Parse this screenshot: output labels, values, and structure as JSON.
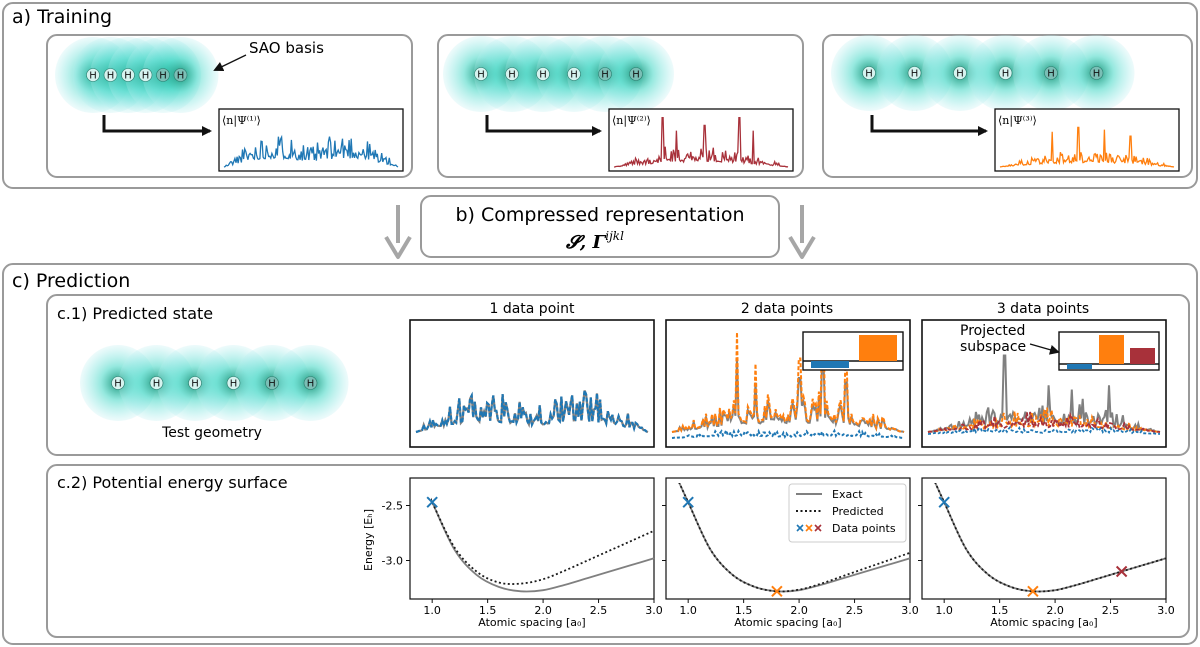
{
  "training": {
    "title": "a) Training",
    "basis_label": "SAO basis",
    "atom_label": "H",
    "panels": [
      {
        "atoms": 6,
        "inset_label": "⟨n|Ψ⁽¹⁾⟩",
        "color": "#1f77b4"
      },
      {
        "atoms": 6,
        "inset_label": "⟨n|Ψ⁽²⁾⟩",
        "color": "#a8313a"
      },
      {
        "atoms": 6,
        "inset_label": "⟨n|Ψ⁽³⁾⟩",
        "color": "#ff7f0e"
      }
    ]
  },
  "compressed": {
    "title": "b) Compressed representation",
    "formula": "𝓢, Γ",
    "formula_sup": "ijkl"
  },
  "prediction": {
    "title": "c) Prediction",
    "predicted_state": {
      "title": "c.1) Predicted state",
      "geometry_label": "Test geometry",
      "panels": [
        {
          "title": "1 data point"
        },
        {
          "title": "2 data points"
        },
        {
          "title": "3 data points",
          "annotation": "Projected\nsubspace"
        }
      ]
    },
    "pes": {
      "title": "c.2) Potential energy surface",
      "ylabel": "Energy [Eₕ]",
      "xlabel": "Atomic spacing [a₀]",
      "legend": {
        "exact": "Exact",
        "predicted": "Predicted",
        "data_points": "Data points"
      }
    }
  },
  "colors": {
    "blue": "#1f77b4",
    "red": "#a8313a",
    "orange": "#ff7f0e",
    "exact": "#808080",
    "predicted": "#1a1a1a",
    "frame": "#9a9a9a",
    "arrow": "#a6a6a6"
  },
  "chart_data": [
    {
      "type": "line",
      "title": "",
      "xlabel": "Atomic spacing [a₀]",
      "ylabel": "Energy [Eₕ]",
      "xlim": [
        0.8,
        3.0
      ],
      "ylim": [
        -3.35,
        -2.25
      ],
      "xticks": [
        1.0,
        1.5,
        2.0,
        2.5,
        3.0
      ],
      "yticks": [
        -2.5,
        -3.0
      ],
      "series": [
        {
          "name": "Exact",
          "x": [
            0.9,
            1.0,
            1.2,
            1.4,
            1.6,
            1.8,
            2.0,
            2.2,
            2.4,
            2.6,
            2.8,
            3.0
          ],
          "y": [
            -2.25,
            -2.47,
            -2.9,
            -3.13,
            -3.24,
            -3.28,
            -3.27,
            -3.22,
            -3.16,
            -3.1,
            -3.04,
            -2.98
          ]
        },
        {
          "name": "Predicted",
          "x": [
            0.9,
            1.0,
            1.2,
            1.4,
            1.6,
            1.8,
            2.0,
            2.2,
            2.4,
            2.6,
            2.8,
            3.0
          ],
          "y": [
            -2.25,
            -2.47,
            -2.88,
            -3.1,
            -3.2,
            -3.21,
            -3.17,
            -3.09,
            -3.0,
            -2.91,
            -2.82,
            -2.73
          ]
        },
        {
          "name": "Data points",
          "x": [
            1.0
          ],
          "y": [
            -2.47
          ],
          "colors": [
            "#1f77b4"
          ]
        }
      ]
    },
    {
      "type": "line",
      "title": "",
      "xlabel": "Atomic spacing [a₀]",
      "ylabel": "",
      "xlim": [
        0.8,
        3.0
      ],
      "ylim": [
        -3.35,
        -2.25
      ],
      "xticks": [
        1.0,
        1.5,
        2.0,
        2.5,
        3.0
      ],
      "yticks": [
        -2.5,
        -3.0
      ],
      "series": [
        {
          "name": "Exact",
          "x": [
            0.9,
            1.0,
            1.2,
            1.4,
            1.6,
            1.8,
            2.0,
            2.2,
            2.4,
            2.6,
            2.8,
            3.0
          ],
          "y": [
            -2.25,
            -2.47,
            -2.9,
            -3.13,
            -3.24,
            -3.28,
            -3.27,
            -3.22,
            -3.16,
            -3.1,
            -3.04,
            -2.98
          ]
        },
        {
          "name": "Predicted",
          "x": [
            0.9,
            1.0,
            1.2,
            1.4,
            1.6,
            1.8,
            2.0,
            2.2,
            2.4,
            2.6,
            2.8,
            3.0
          ],
          "y": [
            -2.25,
            -2.47,
            -2.9,
            -3.13,
            -3.24,
            -3.28,
            -3.265,
            -3.21,
            -3.14,
            -3.07,
            -3.0,
            -2.93
          ]
        },
        {
          "name": "Data points",
          "x": [
            1.0,
            1.8
          ],
          "y": [
            -2.47,
            -3.28
          ],
          "colors": [
            "#1f77b4",
            "#ff7f0e"
          ]
        }
      ]
    },
    {
      "type": "line",
      "title": "",
      "xlabel": "Atomic spacing [a₀]",
      "ylabel": "",
      "xlim": [
        0.8,
        3.0
      ],
      "ylim": [
        -3.35,
        -2.25
      ],
      "xticks": [
        1.0,
        1.5,
        2.0,
        2.5,
        3.0
      ],
      "yticks": [
        -2.5,
        -3.0
      ],
      "series": [
        {
          "name": "Exact",
          "x": [
            0.9,
            1.0,
            1.2,
            1.4,
            1.6,
            1.8,
            2.0,
            2.2,
            2.4,
            2.6,
            2.8,
            3.0
          ],
          "y": [
            -2.25,
            -2.47,
            -2.9,
            -3.13,
            -3.24,
            -3.28,
            -3.27,
            -3.22,
            -3.16,
            -3.1,
            -3.04,
            -2.98
          ]
        },
        {
          "name": "Predicted",
          "x": [
            0.9,
            1.0,
            1.2,
            1.4,
            1.6,
            1.8,
            2.0,
            2.2,
            2.4,
            2.6,
            2.8,
            3.0
          ],
          "y": [
            -2.25,
            -2.47,
            -2.9,
            -3.13,
            -3.24,
            -3.28,
            -3.27,
            -3.22,
            -3.16,
            -3.1,
            -3.04,
            -2.98
          ]
        },
        {
          "name": "Data points",
          "x": [
            1.0,
            1.8,
            2.6
          ],
          "y": [
            -2.47,
            -3.28,
            -3.1
          ],
          "colors": [
            "#1f77b4",
            "#ff7f0e",
            "#a8313a"
          ]
        }
      ]
    }
  ]
}
